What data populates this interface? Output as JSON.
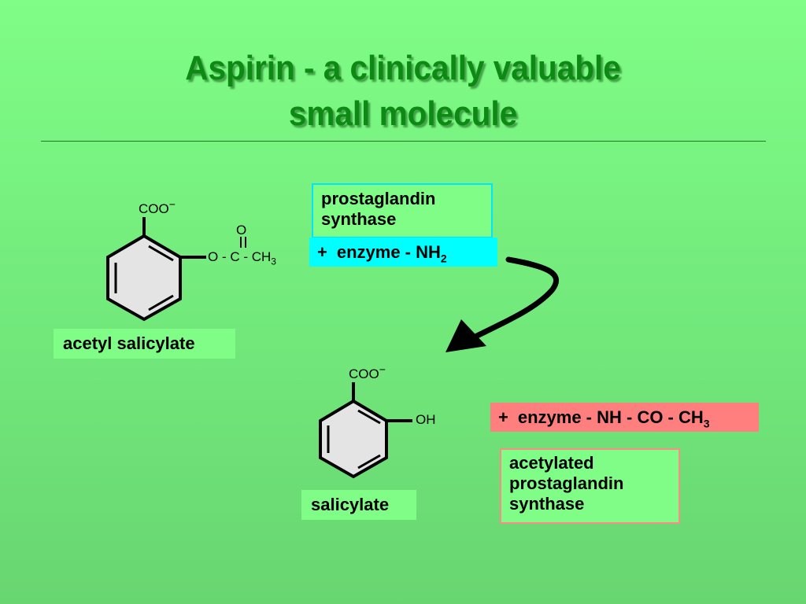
{
  "title": {
    "line1": "Aspirin - a clinically valuable",
    "line2": "small molecule"
  },
  "acetyl_salicylate": {
    "label": "acetyl salicylate",
    "carboxylate": "COO",
    "charge": "−",
    "carbonyl_o": "O",
    "ester_chain": "O - C - CH",
    "ester_sub": "3"
  },
  "enzyme": {
    "box_line1": "prostaglandin",
    "box_line2": "synthase",
    "plus": "+",
    "amine_text": "enzyme - NH",
    "amine_sub": "2"
  },
  "salicylate": {
    "label": "salicylate",
    "carboxylate": "COO",
    "charge": "−",
    "hydroxyl": "OH"
  },
  "product": {
    "plus": "+",
    "acetyl_text": "enzyme - NH - CO - CH",
    "acetyl_sub": "3",
    "box_line1": "acetylated",
    "box_line2": "prostaglandin",
    "box_line3": "synthase"
  },
  "colors": {
    "background": "#7ffd86",
    "title": "#0c8a14",
    "enzyme_box_border": "#00e5ff",
    "enzyme_amine_fill": "#00ffff",
    "acetylated_fill": "#ff7f7f",
    "acetylated_box_border": "#ff8a8a"
  }
}
